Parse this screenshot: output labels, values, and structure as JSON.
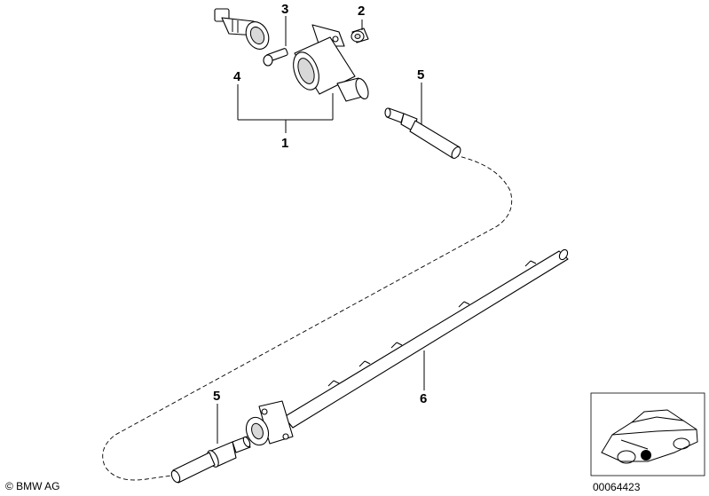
{
  "callouts": {
    "item_1": "1",
    "item_2": "2",
    "item_3": "3",
    "item_4": "4",
    "item_5_top": "5",
    "item_5_bottom": "5",
    "item_6": "6"
  },
  "footer": {
    "copyright": "© BMW AG",
    "diagram_number": "00064423"
  }
}
